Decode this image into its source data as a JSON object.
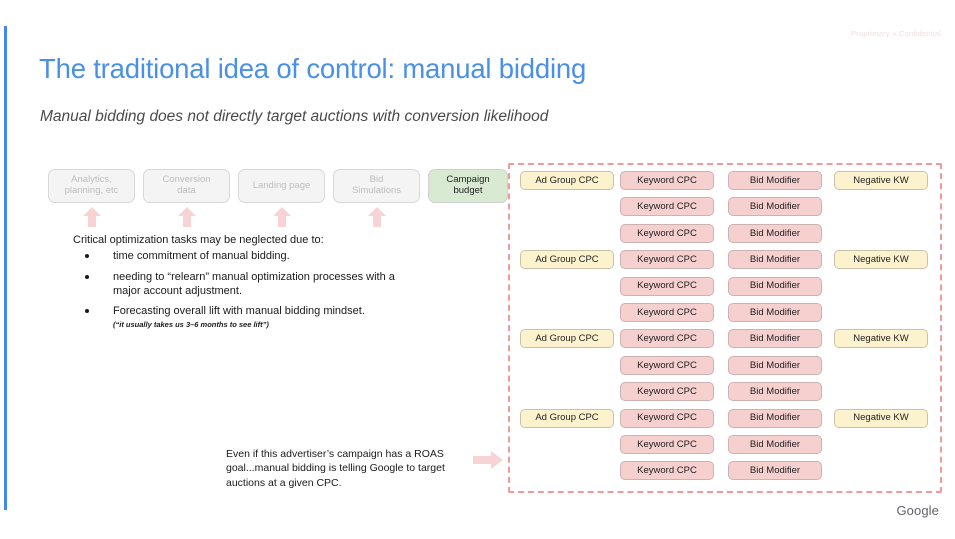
{
  "slide": {
    "confidential_tag": "Proprietary + Confidential",
    "title": "The traditional idea of control: manual bidding",
    "subtitle": "Manual bidding does not directly target auctions with conversion likelihood",
    "brand_logo": "Google",
    "accent_color": "#4285f4",
    "title_color": "#4a90e8"
  },
  "chip_row": {
    "items": [
      {
        "label_line1": "Analytics,",
        "label_line2": "planning, etc",
        "style": "gray",
        "has_arrow": true
      },
      {
        "label_line1": "Conversion",
        "label_line2": "data",
        "style": "gray",
        "has_arrow": true
      },
      {
        "label_line1": "Landing page",
        "label_line2": "",
        "style": "gray",
        "has_arrow": true
      },
      {
        "label_line1": "Bid",
        "label_line2": "Simulations",
        "style": "gray",
        "has_arrow": true
      },
      {
        "label_line1": "Campaign",
        "label_line2": "budget",
        "style": "green",
        "has_arrow": false
      }
    ],
    "gray_bg": "#f4f4f4",
    "gray_text": "#bdbdbd",
    "green_bg": "#d9ead3",
    "arrow_color": "#f7d3d3"
  },
  "body_copy": {
    "lead": "Critical optimization tasks may be neglected due to:",
    "bullets": [
      {
        "text": "time commitment of manual bidding.",
        "sub": ""
      },
      {
        "text": "needing to “relearn” manual optimization processes with a major account adjustment.",
        "sub": ""
      },
      {
        "text": "Forecasting overall lift with manual bidding mindset.",
        "sub": "(“it usually takes us 3–6 months to see lift”)"
      }
    ]
  },
  "caption": {
    "text": "Even if this advertiser’s campaign has a ROAS goal...manual bidding is telling Google to target auctions at a given CPC.",
    "arrow_color": "#f7d3d3"
  },
  "diagram": {
    "border_color": "#f09a9a",
    "columns": [
      {
        "key": "ad_group",
        "label": "Ad Group CPC",
        "style": "yellow"
      },
      {
        "key": "keyword",
        "label": "Keyword CPC",
        "style": "pink"
      },
      {
        "key": "bid_modifier",
        "label": "Bid Modifier",
        "style": "pink"
      },
      {
        "key": "negative_kw",
        "label": "Negative KW",
        "style": "yellow"
      }
    ],
    "row_count": 12,
    "ad_group_rows": [
      1,
      4,
      7,
      10
    ],
    "negative_kw_rows": [
      1,
      4,
      7,
      10
    ],
    "colors": {
      "yellow_bg": "#fdf2ce",
      "pink_bg": "#f6cfcf"
    }
  }
}
